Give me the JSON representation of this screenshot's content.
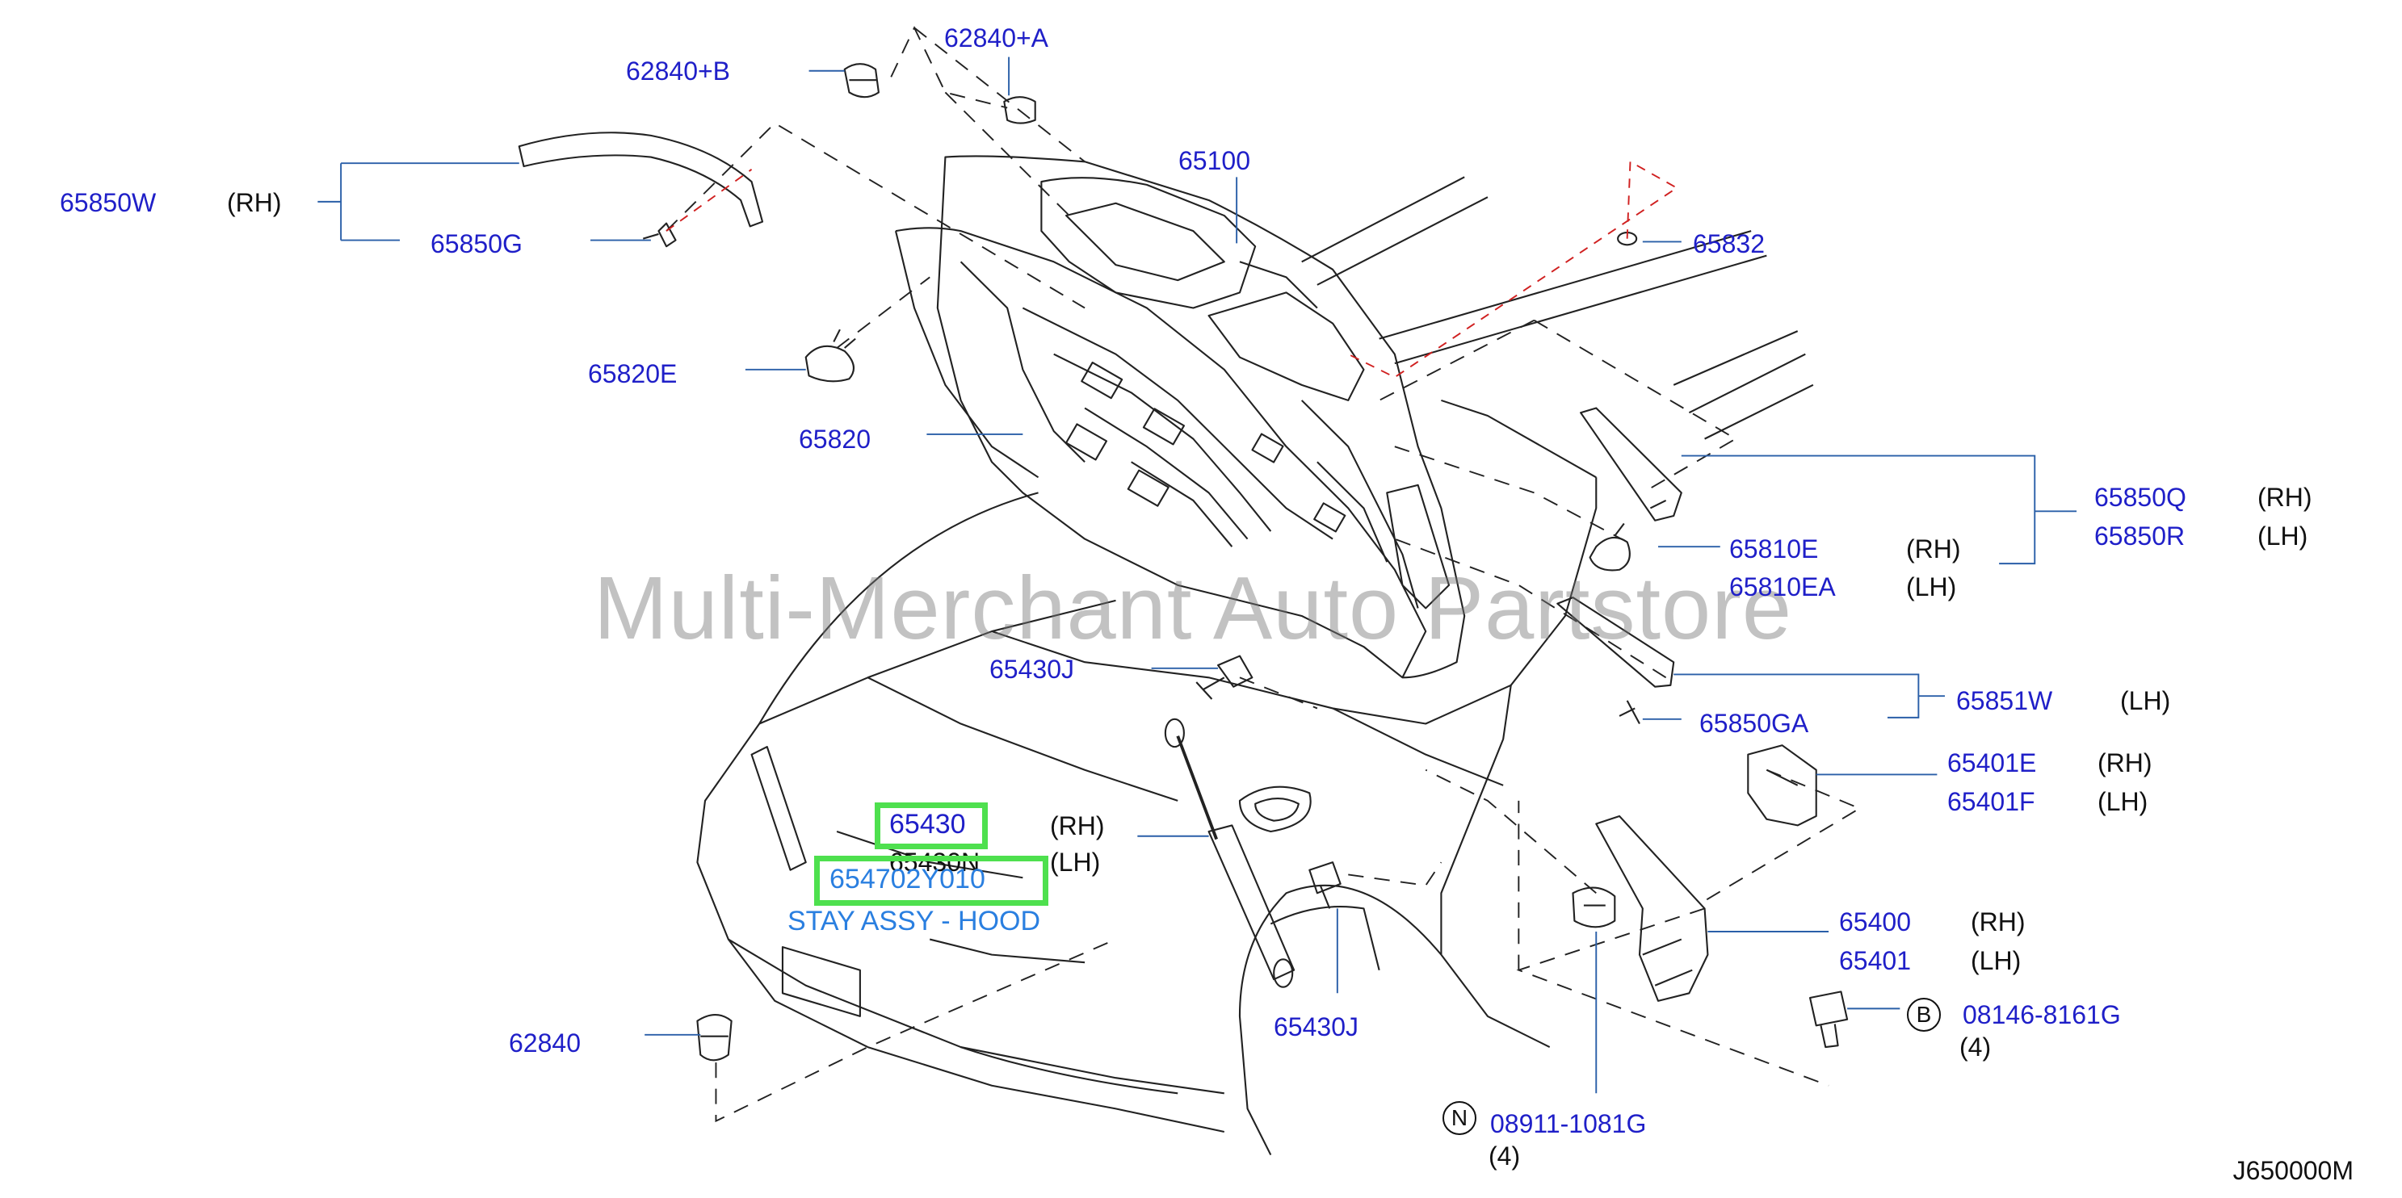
{
  "diagram": {
    "drawing_code": "J650000M",
    "watermark": "Multi-Merchant Auto Partstore",
    "colors": {
      "part_number": "#1f1fc8",
      "highlight": "#4ee04e",
      "link": "#2a7fe0",
      "leader": "#2a5fa8",
      "dash_red": "#d02020"
    },
    "labels": {
      "p62840B": "62840+B",
      "p62840A": "62840+A",
      "p65850W": "65850W",
      "p65850W_side": "(RH)",
      "p65850G": "65850G",
      "p65100": "65100",
      "p65832": "65832",
      "p65820E": "65820E",
      "p65820": "65820",
      "p65850Q": "65850Q",
      "p65850Q_side": "(RH)",
      "p65850R": "65850R",
      "p65850R_side": "(LH)",
      "p65810E": "65810E",
      "p65810E_side": "(RH)",
      "p65810EA": "65810EA",
      "p65810EA_side": "(LH)",
      "p65430J_top": "65430J",
      "p65851W": "65851W",
      "p65851W_side": "(LH)",
      "p65850GA": "65850GA",
      "p65401E": "65401E",
      "p65401E_side": "(RH)",
      "p65401F": "65401F",
      "p65401F_side": "(LH)",
      "p65430": "65430",
      "p65430_side": "(RH)",
      "p65430N": "65430N",
      "p65430N_side": "(LH)",
      "p654702Y010": "654702Y010",
      "stay_link": "STAY ASSY - HOOD",
      "p65400": "65400",
      "p65400_side": "(RH)",
      "p65401": "65401",
      "p65401_side": "(LH)",
      "p62840": "62840",
      "p65430J_bottom": "65430J",
      "b_symbol": "B",
      "p08146": "08146-8161G",
      "p08146_qty": "(4)",
      "n_symbol": "N",
      "p08911": "08911-1081G",
      "p08911_qty": "(4)"
    }
  }
}
